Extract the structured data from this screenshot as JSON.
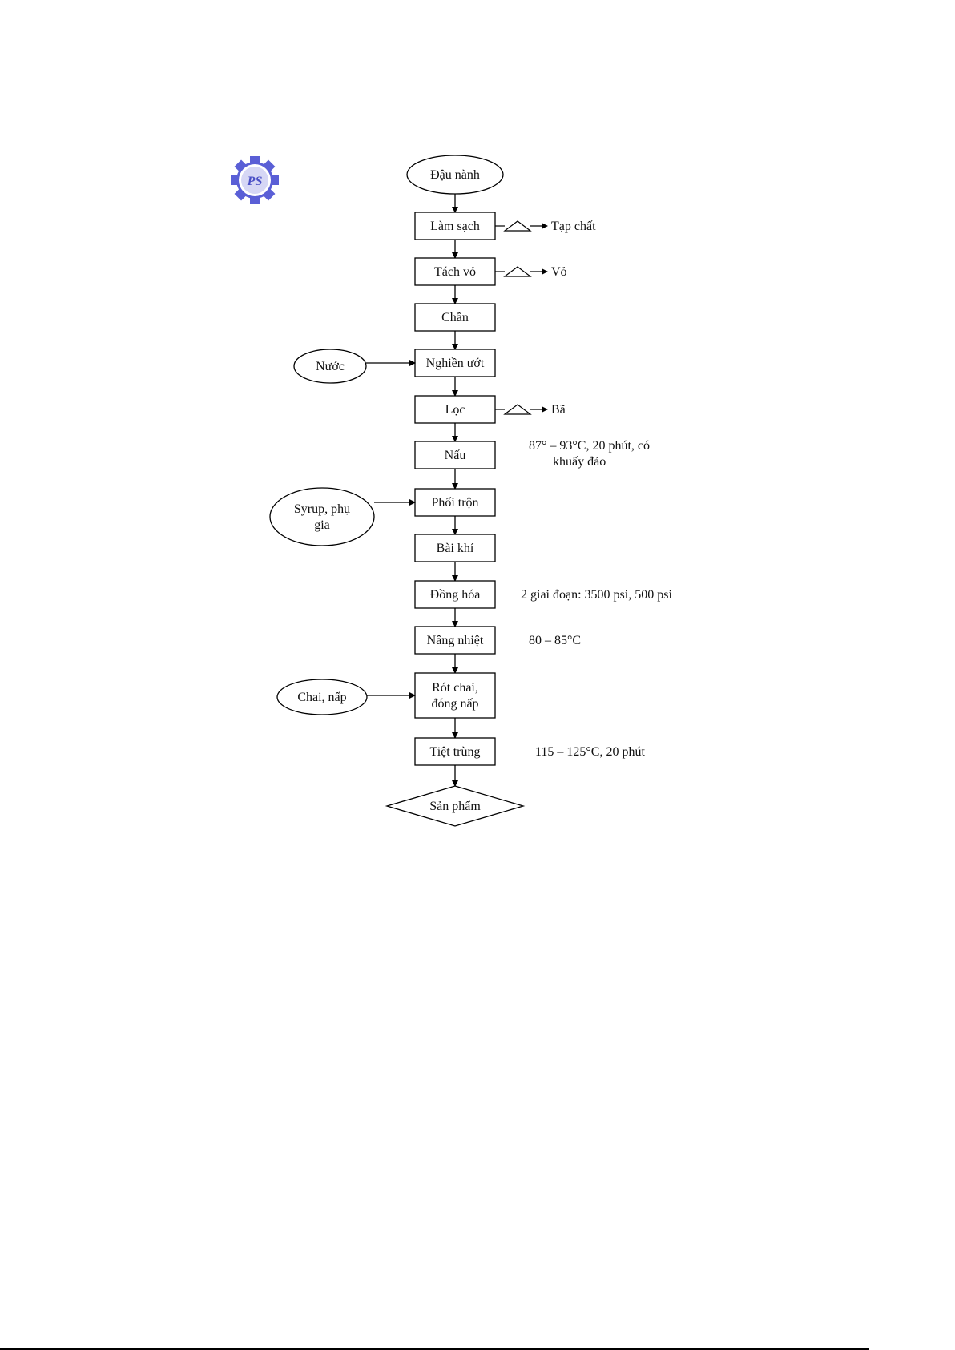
{
  "logo": {
    "text": "PS",
    "color": "#5a5fd6"
  },
  "start": {
    "label": "Đậu nành"
  },
  "steps": [
    {
      "label": [
        "Làm sạch"
      ]
    },
    {
      "label": [
        "Tách vỏ"
      ]
    },
    {
      "label": [
        "Chần"
      ]
    },
    {
      "label": [
        "Nghiền ướt"
      ]
    },
    {
      "label": [
        "Lọc"
      ]
    },
    {
      "label": [
        "Nấu"
      ]
    },
    {
      "label": [
        "Phối trộn"
      ]
    },
    {
      "label": [
        "Bài khí"
      ]
    },
    {
      "label": [
        "Đồng hóa"
      ]
    },
    {
      "label": [
        "Nâng nhiệt"
      ]
    },
    {
      "label": [
        "Rót chai,",
        "đóng nấp"
      ]
    },
    {
      "label": [
        "Tiệt trùng"
      ]
    }
  ],
  "outputs": [
    {
      "step": 0,
      "label": "Tạp chất"
    },
    {
      "step": 1,
      "label": "Vỏ"
    },
    {
      "step": 4,
      "label": "Bã"
    }
  ],
  "inputs": [
    {
      "step": 3,
      "label": [
        "Nước"
      ]
    },
    {
      "step": 6,
      "label": [
        "Syrup, phụ",
        "gia"
      ]
    },
    {
      "step": 10,
      "label": [
        "Chai, nấp"
      ]
    }
  ],
  "notes": [
    {
      "step": 5,
      "lines": [
        "87° – 93°C, 20 phút, có",
        "khuấy đảo"
      ]
    },
    {
      "step": 8,
      "lines": [
        "2 giai đoạn: 3500 psi, 500 psi"
      ]
    },
    {
      "step": 9,
      "lines": [
        "80 – 85°C"
      ]
    },
    {
      "step": 11,
      "lines": [
        "115 – 125°C, 20 phút"
      ]
    }
  ],
  "end": {
    "label": "Sản phẩm"
  }
}
